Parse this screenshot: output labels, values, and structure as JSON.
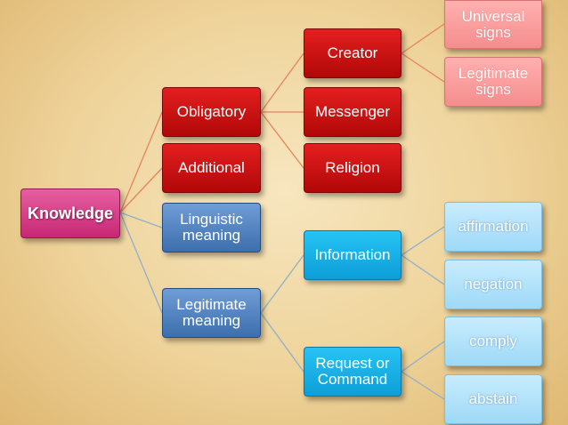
{
  "diagram": {
    "root": "Knowledge",
    "level1": {
      "obligatory": "Obligatory",
      "additional": "Additional",
      "linguistic_meaning": [
        "Linguistic",
        "meaning"
      ],
      "legitimate_meaning": [
        "Legitimate",
        "meaning"
      ]
    },
    "level2": {
      "creator": "Creator",
      "messenger": "Messenger",
      "religion": "Religion",
      "information": "Information",
      "request_or_command": [
        "Request or",
        "Command"
      ]
    },
    "level3": {
      "universal_signs": [
        "Universal",
        "signs"
      ],
      "legitimate_signs": [
        "Legitimate",
        "signs"
      ],
      "affirmation": "affirmation",
      "negation": "negation",
      "comply": "comply",
      "abstain": "abstain"
    }
  },
  "colors": {
    "root": "#d63383",
    "obligatory_branch": "#c90e0e",
    "sign_nodes": "#f79a9a",
    "meaning_nodes": "#4a7bbd",
    "statement_nodes": "#13aee5",
    "leaf_nodes": "#aee0f9",
    "red_connector": "#e6835b",
    "blue_connector": "#8fb0c8"
  }
}
